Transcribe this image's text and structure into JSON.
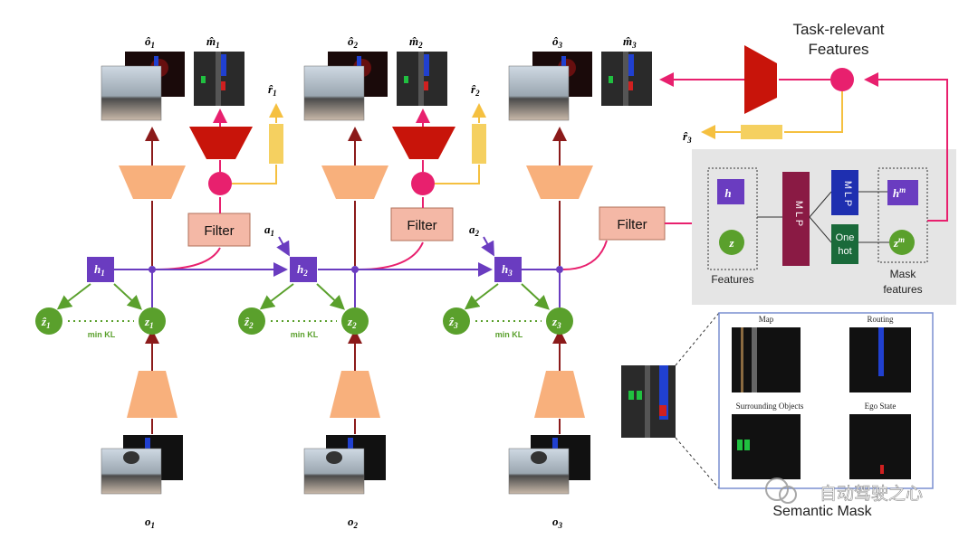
{
  "header": {
    "title_line1": "Task-relevant",
    "title_line2": "Features"
  },
  "columns": [
    {
      "o_hat": "ô",
      "o_hat_sub": "1",
      "m_hat": "m̂",
      "m_hat_sub": "1",
      "r_hat": "r̂",
      "r_hat_sub": "1",
      "obs": "o",
      "obs_sub": "1",
      "h": "h",
      "h_sub": "1",
      "z": "z",
      "z_sub": "1",
      "zhat": "ẑ",
      "zhat_sub": "1"
    },
    {
      "o_hat": "ô",
      "o_hat_sub": "2",
      "m_hat": "m̂",
      "m_hat_sub": "2",
      "r_hat": "r̂",
      "r_hat_sub": "2",
      "obs": "o",
      "obs_sub": "2",
      "h": "h",
      "h_sub": "2",
      "z": "z",
      "z_sub": "2",
      "zhat": "ẑ",
      "zhat_sub": "2"
    },
    {
      "o_hat": "ô",
      "o_hat_sub": "3",
      "m_hat": "m̂",
      "m_hat_sub": "3",
      "r_hat": "r̂",
      "r_hat_sub": "3",
      "obs": "o",
      "obs_sub": "3",
      "h": "h",
      "h_sub": "3",
      "z": "z",
      "z_sub": "3",
      "zhat": "ẑ",
      "zhat_sub": "3"
    }
  ],
  "actions": [
    {
      "a": "a",
      "sub": "1"
    },
    {
      "a": "a",
      "sub": "2"
    }
  ],
  "filter_label": "Filter",
  "kl_label": "min KL",
  "r3": {
    "r": "r̂",
    "sub": "3"
  },
  "feature_panel": {
    "h": "h",
    "z": "z",
    "features_label": "Features",
    "mlp_label": "M L P",
    "mlp_small": "M L P",
    "onehot_line1": "One",
    "onehot_line2": "hot",
    "hm": "h",
    "hm_sup": "m",
    "zm": "z",
    "zm_sup": "m",
    "mask_line1": "Mask",
    "mask_line2": "features"
  },
  "semantic_mask": {
    "title": "Semantic Mask",
    "panels": [
      "Map",
      "Routing",
      "Surrounding Objects",
      "Ego State"
    ]
  },
  "watermark": "自动驾驶之心",
  "colors": {
    "purple": "#6a3cc0",
    "green": "#5aa02c",
    "orange": "#f8b07c",
    "red": "#c8140a",
    "pink": "#e8206e",
    "yellow": "#f5d060",
    "salmon": "#f4b8a6",
    "maroon": "#8a1a44",
    "darkred": "#8b1a1a"
  }
}
